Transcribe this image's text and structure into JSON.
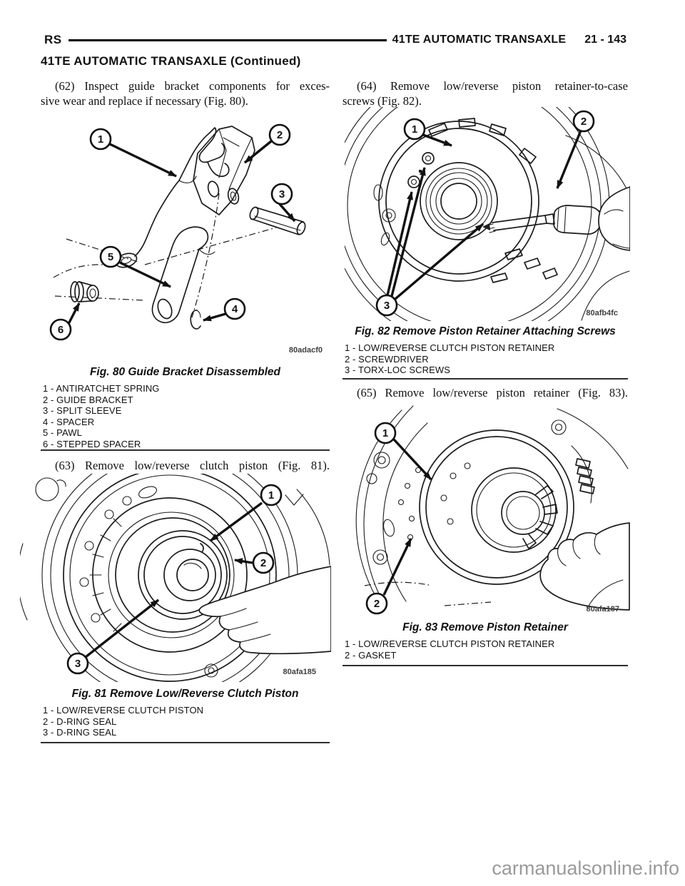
{
  "header": {
    "manual_code": "RS",
    "title": "41TE AUTOMATIC TRANSAXLE",
    "page_number": "21 - 143"
  },
  "continued_title": "41TE AUTOMATIC TRANSAXLE (Continued)",
  "steps": {
    "s62": {
      "line1": "(62) Inspect guide bracket components for exces-",
      "line2": "sive wear and replace if necessary (Fig. 80)."
    },
    "s63": "(63) Remove low/reverse clutch piston (Fig. 81).",
    "s64": {
      "line1": "(64) Remove low/reverse piston retainer-to-case",
      "line2": "screws (Fig. 82)."
    },
    "s65": "(65) Remove low/reverse piston retainer (Fig. 83)."
  },
  "figures": {
    "fig80": {
      "caption": "Fig. 80 Guide Bracket Disassembled",
      "code": "80adacf0",
      "callouts": [
        "1",
        "2",
        "3",
        "4",
        "5",
        "6"
      ],
      "legend": [
        "1 - ANTIRATCHET SPRING",
        "2 - GUIDE BRACKET",
        "3 - SPLIT SLEEVE",
        "4 - SPACER",
        "5 - PAWL",
        "6 - STEPPED SPACER"
      ]
    },
    "fig81": {
      "caption": "Fig. 81 Remove Low/Reverse Clutch Piston",
      "code": "80afa185",
      "callouts": [
        "1",
        "2",
        "3"
      ],
      "legend": [
        "1 - LOW/REVERSE CLUTCH PISTON",
        "2 - D-RING SEAL",
        "3 - D-RING SEAL"
      ]
    },
    "fig82": {
      "caption": "Fig. 82 Remove Piston Retainer Attaching Screws",
      "code": "80afb4fc",
      "callouts": [
        "1",
        "2",
        "3"
      ],
      "legend": [
        "1 - LOW/REVERSE CLUTCH PISTON RETAINER",
        "2 - SCREWDRIVER",
        "3 - TORX-LOC SCREWS"
      ]
    },
    "fig83": {
      "caption": "Fig. 83 Remove Piston Retainer",
      "code": "80afa187",
      "callouts": [
        "1",
        "2"
      ],
      "legend": [
        "1 - LOW/REVERSE CLUTCH PISTON RETAINER",
        "2 - GASKET"
      ]
    }
  },
  "watermark": "carmanualsonline.info"
}
